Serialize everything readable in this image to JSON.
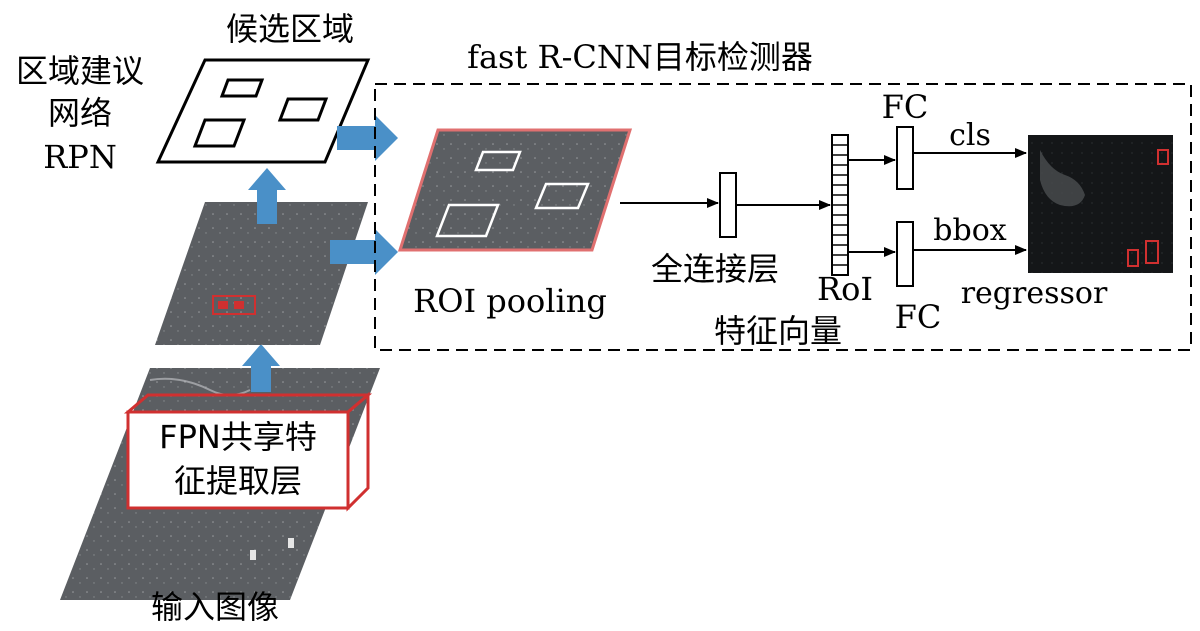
{
  "rpn": {
    "line1": "区域建议",
    "line2": "网络",
    "line3": "RPN"
  },
  "candidate_regions": "候选区域",
  "detector_title": "fast R-CNN目标检测器",
  "roi_pooling": "ROI pooling",
  "fully_connected": "全连接层",
  "feature_vector": "特征向量",
  "roi": "RoI",
  "fc_top": "FC",
  "fc_bottom": "FC",
  "cls": "cls",
  "bbox": "bbox",
  "regressor": "regressor",
  "fpn": {
    "line1": "FPN共享特",
    "line2": "征提取层"
  },
  "input_image": "输入图像",
  "colors": {
    "arrow_blue": "#4a90c8",
    "highlight_red": "#d03030",
    "feature_gray": "#5b5e62",
    "output_dark": "#141618"
  }
}
